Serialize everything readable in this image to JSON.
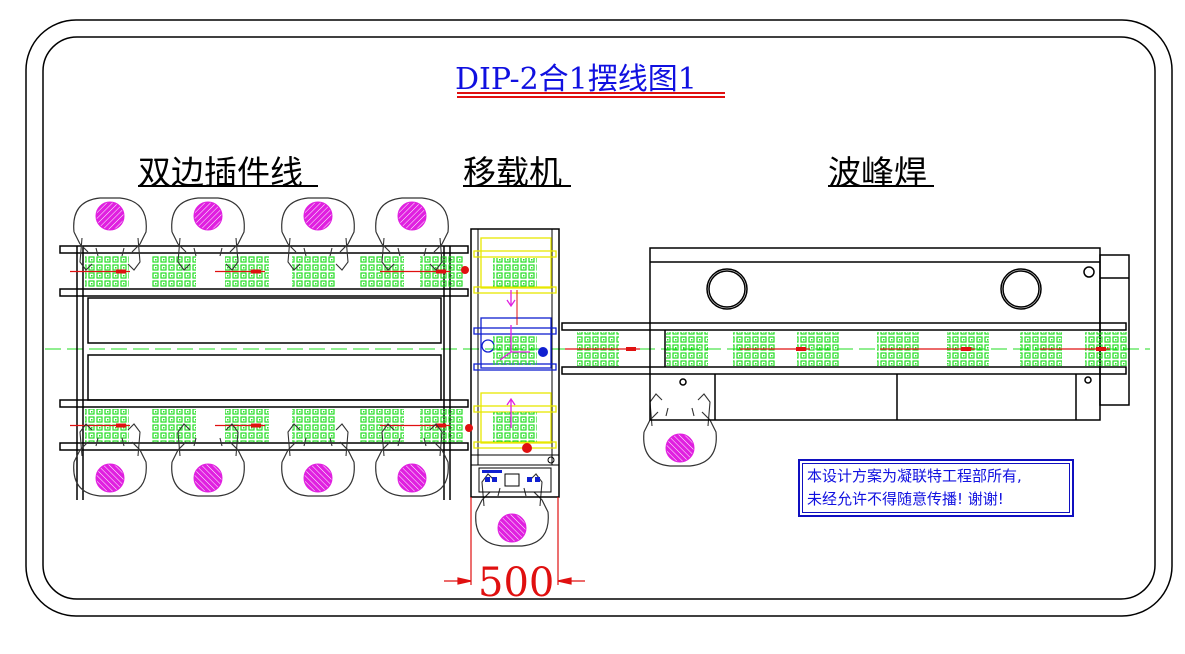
{
  "title": "DIP-2合1摆线图1",
  "sections": {
    "insertion_line": "双边插件线",
    "transfer_machine": "移载机",
    "wave_soldering": "波峰焊"
  },
  "notice": {
    "line1": "本设计方案为凝联特工程部所有,",
    "line2": "未经允许不得随意传播! 谢谢!"
  },
  "dimension": {
    "value": "500"
  },
  "colors": {
    "title": "#1010e0",
    "underline": "#e01010",
    "pcb": "#22dd22",
    "head": "#e020e0",
    "arrow": "#e01010",
    "transfer_yellow": "#e8e800",
    "transfer_blue": "#1020d0",
    "notice": "#1010e0"
  },
  "operators": {
    "top_row": 4,
    "bottom_row": 4,
    "transfer": 1,
    "wave": 1
  }
}
